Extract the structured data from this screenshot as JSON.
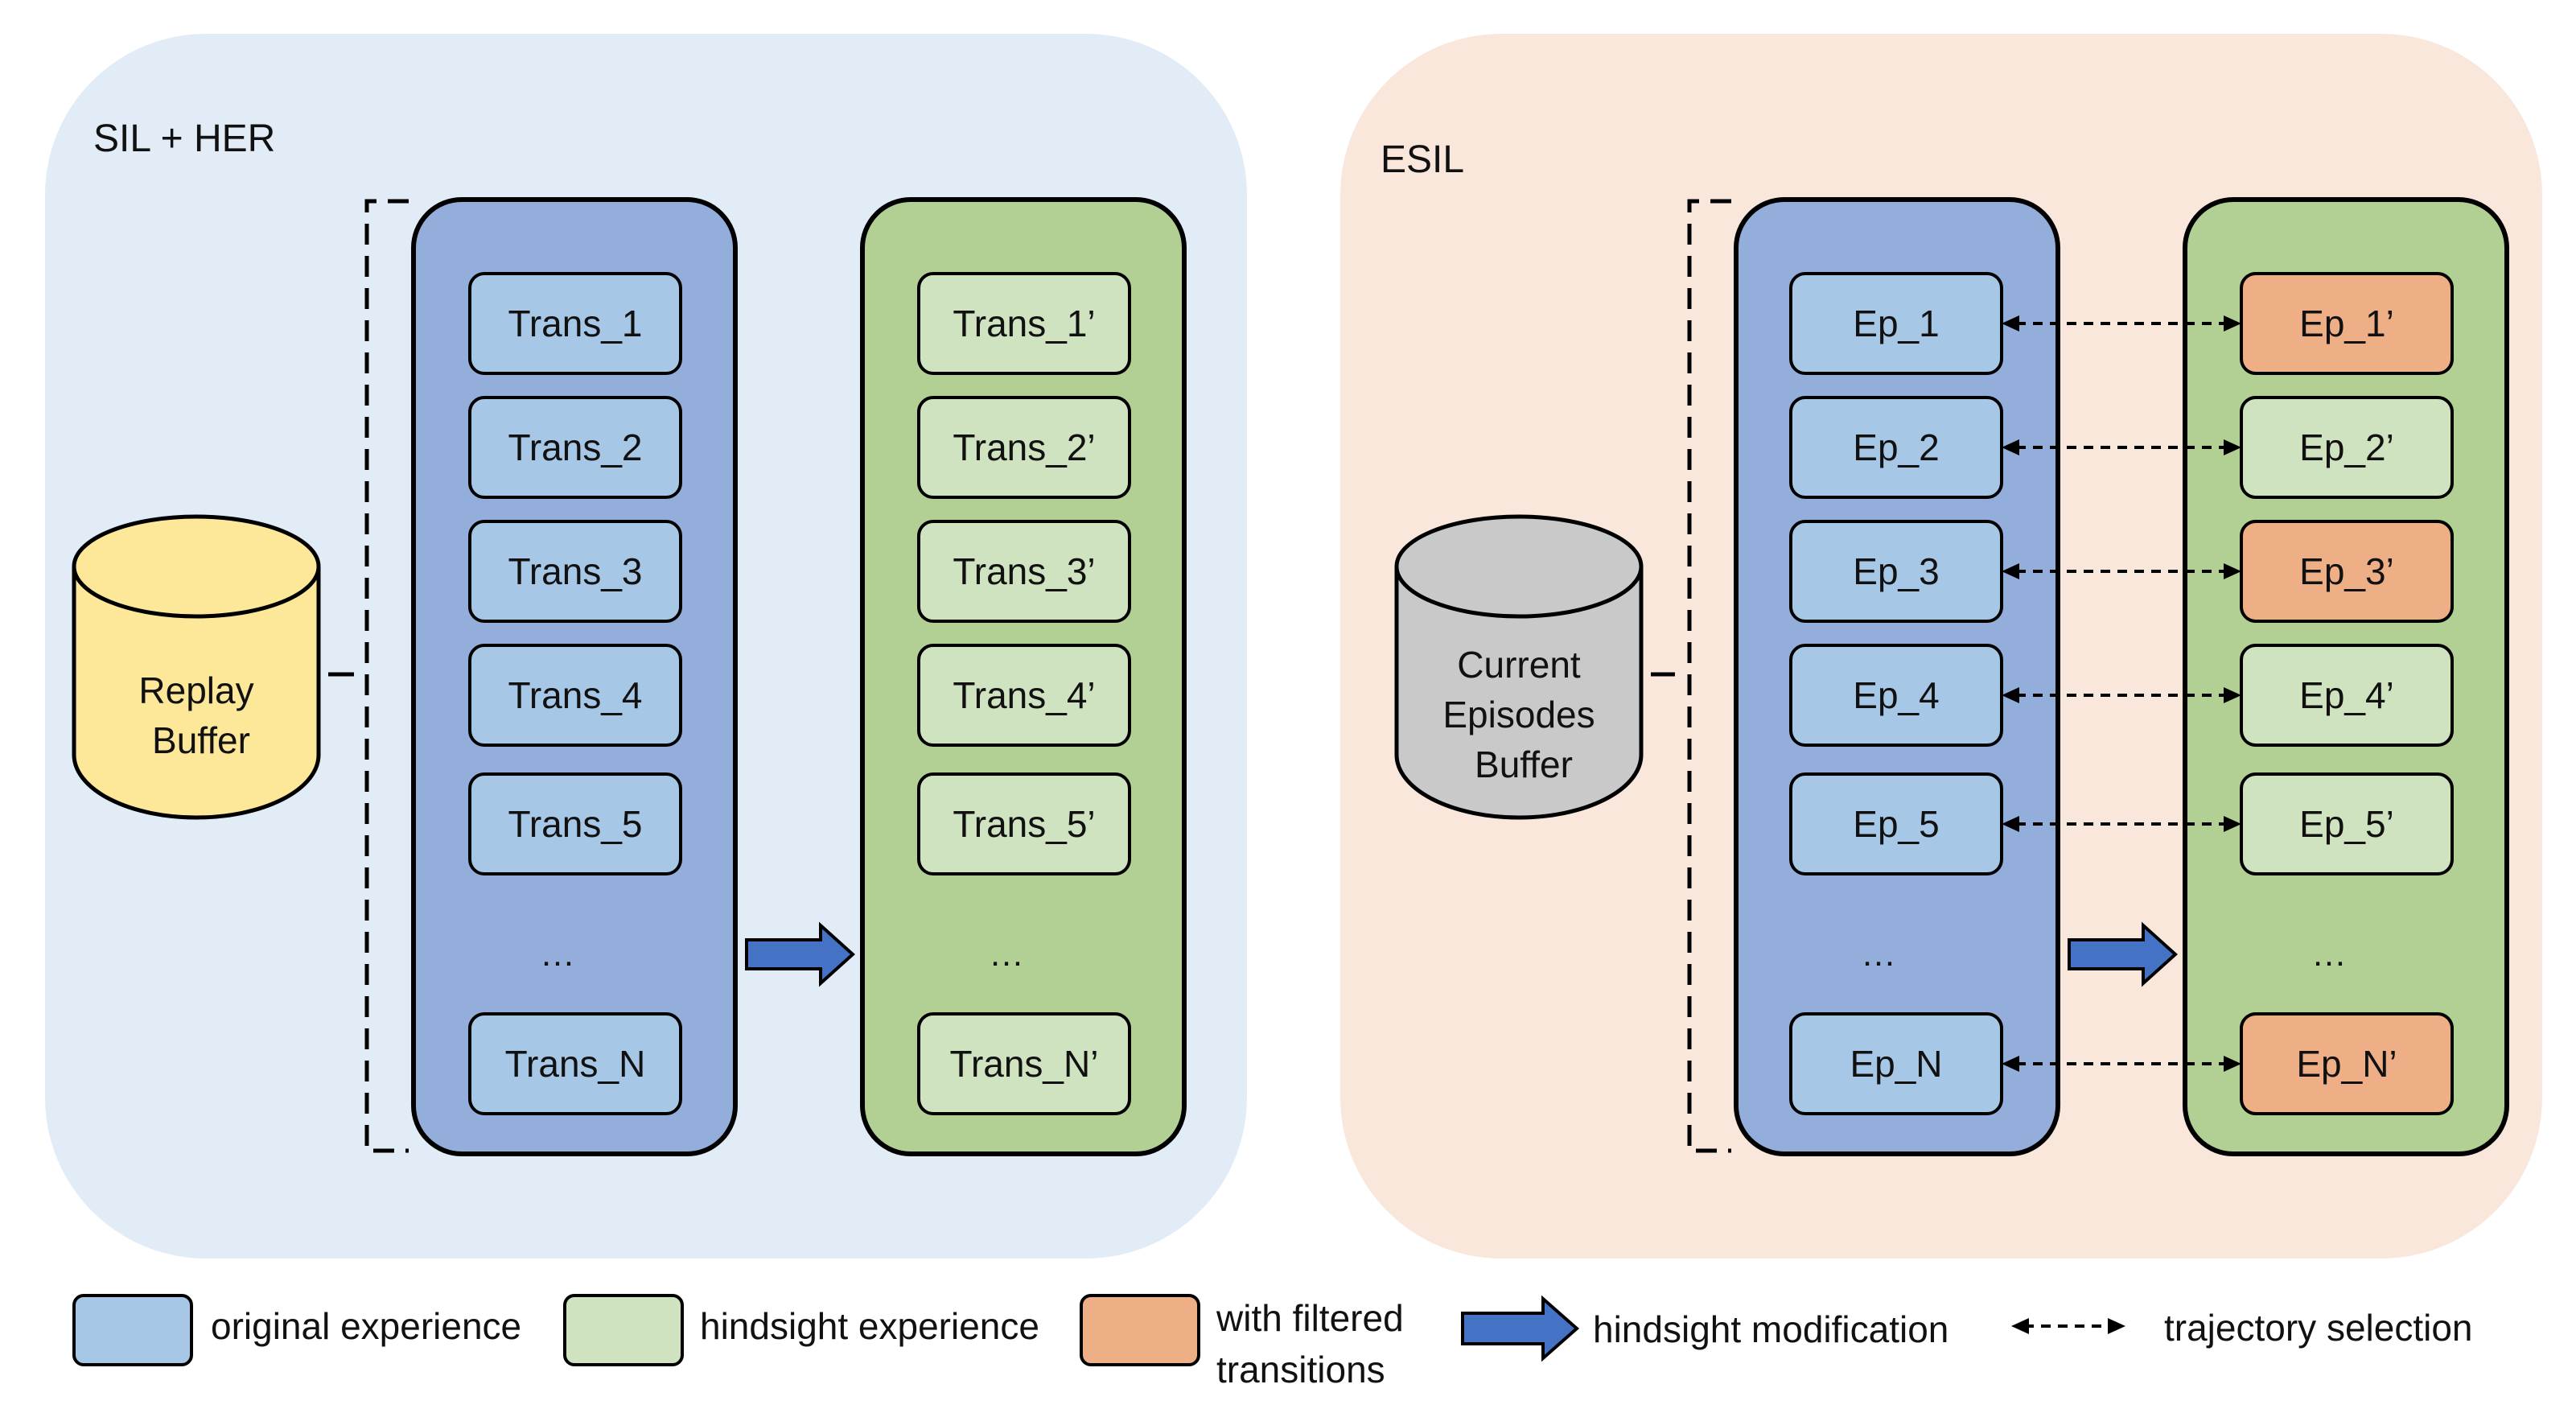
{
  "panels": {
    "left": {
      "title": "SIL + HER",
      "buffer_lines": [
        "Replay",
        "Buffer"
      ],
      "items": [
        "Trans_1",
        "Trans_2",
        "Trans_3",
        "Trans_4",
        "Trans_5",
        "…",
        "Trans_N"
      ],
      "hindsight_items": [
        "Trans_1’",
        "Trans_2’",
        "Trans_3’",
        "Trans_4’",
        "Trans_5’",
        "…",
        "Trans_N’"
      ]
    },
    "right": {
      "title": "ESIL",
      "buffer_lines": [
        "Current",
        "Episodes",
        "Buffer"
      ],
      "items": [
        "Ep_1",
        "Ep_2",
        "Ep_3",
        "Ep_4",
        "Ep_5",
        "…",
        "Ep_N"
      ],
      "hindsight_items": [
        "Ep_1’",
        "Ep_2’",
        "Ep_3’",
        "Ep_4’",
        "Ep_5’",
        "…",
        "Ep_N’"
      ],
      "filtered": [
        true,
        false,
        true,
        false,
        false,
        false,
        true
      ]
    }
  },
  "legend": {
    "original": "original experience",
    "hindsight": "hindsight experience",
    "filtered_line1": "with filtered",
    "filtered_line2": "transitions",
    "modification": "hindsight modification",
    "selection": "trajectory selection"
  },
  "colors": {
    "left_panel_bg": "#e2ecf6",
    "right_panel_bg": "#f9e7dc",
    "original_column": "#94aedc",
    "original_item": "#a7c7e7",
    "hindsight_column": "#b2d093",
    "hindsight_item": "#cfe3c0",
    "filtered_item": "#eeaf87",
    "replay_buffer": "#fde798",
    "episodes_buffer": "#c9c9c9",
    "arrow": "#4472c4"
  }
}
